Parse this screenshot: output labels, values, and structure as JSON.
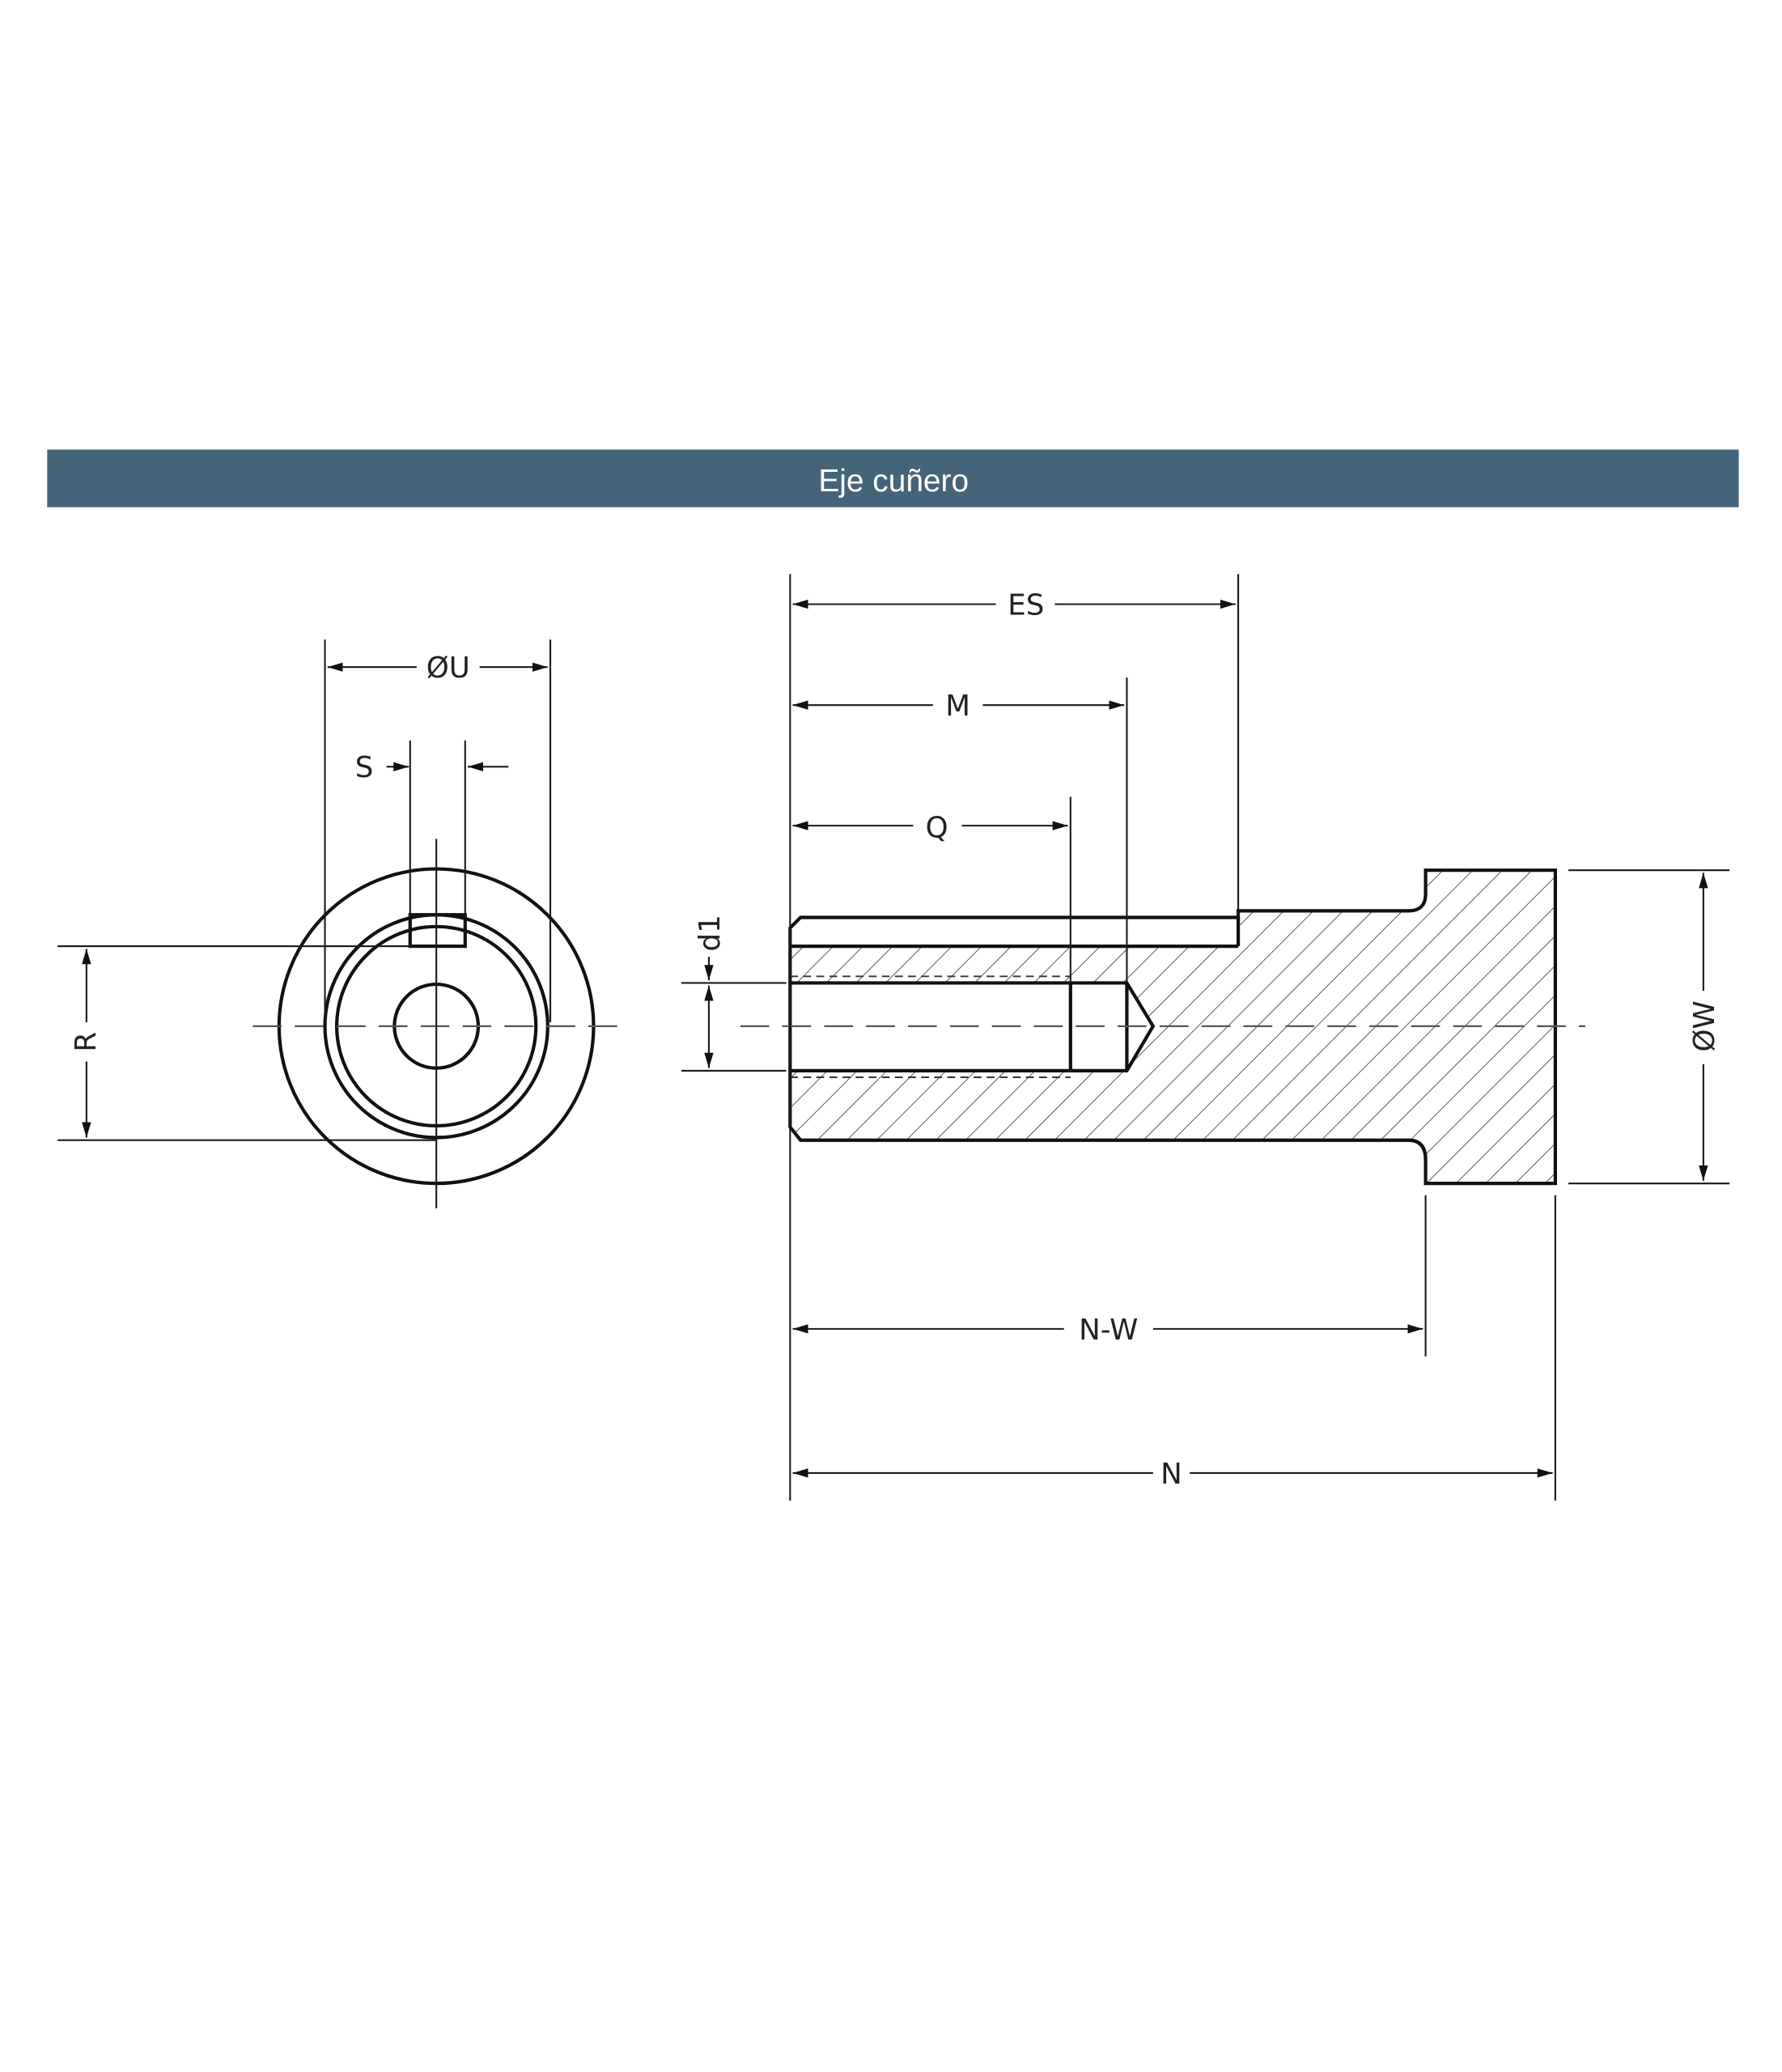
{
  "header": {
    "title": "Eje cuñero",
    "bar_color": "#456479"
  },
  "front_view": {
    "labels": {
      "diameter_u": "ØU",
      "keyway_width": "S",
      "height": "R"
    }
  },
  "side_view": {
    "labels": {
      "es": "ES",
      "m": "M",
      "q": "Q",
      "d1": "d1",
      "diameter_w": "ØW",
      "n_minus_w": "N-W",
      "n": "N"
    }
  }
}
